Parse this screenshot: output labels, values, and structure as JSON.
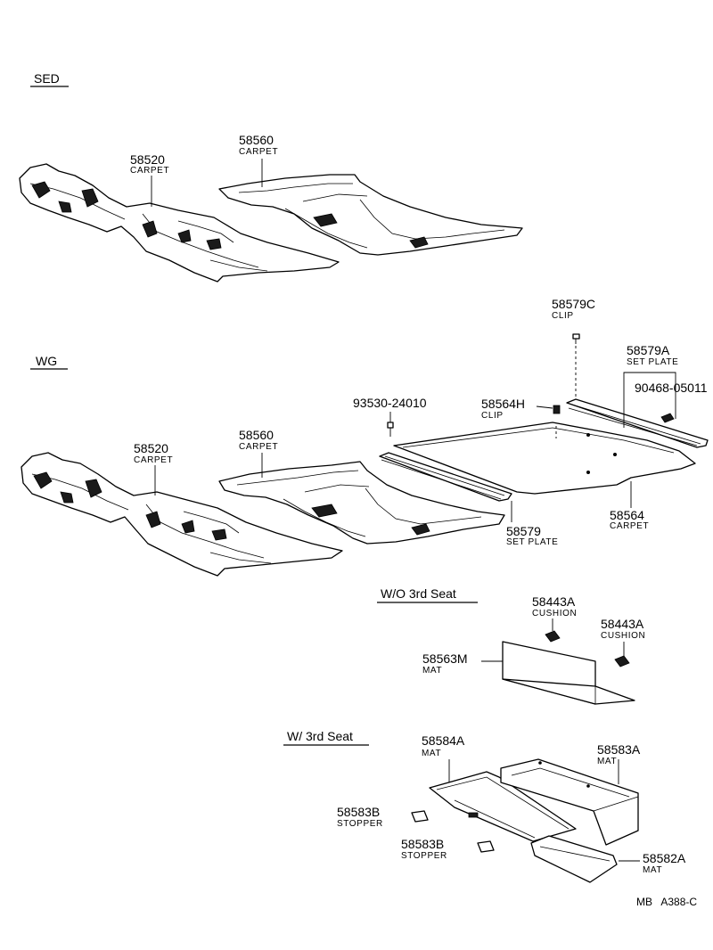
{
  "sections": {
    "sed": "SED",
    "wg": "WG",
    "wo_3rd_seat": "W/O 3rd Seat",
    "w_3rd_seat": "W/ 3rd Seat"
  },
  "sed": {
    "carpet_front": {
      "number": "58520",
      "name": "CARPET"
    },
    "carpet_rear": {
      "number": "58560",
      "name": "CARPET"
    }
  },
  "wg": {
    "carpet_front": {
      "number": "58520",
      "name": "CARPET"
    },
    "carpet_rear": {
      "number": "58560",
      "name": "CARPET"
    },
    "clip_c": {
      "number": "58579C",
      "name": "CLIP"
    },
    "set_plate_a": {
      "number": "58579A",
      "name": "SET PLATE"
    },
    "screw": {
      "number": "90468-05011"
    },
    "bolt": {
      "number": "93530-24010"
    },
    "clip_h": {
      "number": "58564H",
      "name": "CLIP"
    },
    "set_plate": {
      "number": "58579",
      "name": "SET PLATE"
    },
    "carpet_cargo": {
      "number": "58564",
      "name": "CARPET"
    }
  },
  "wo_3rd": {
    "cushion_1": {
      "number": "58443A",
      "name": "CUSHION"
    },
    "cushion_2": {
      "number": "58443A",
      "name": "CUSHION"
    },
    "mat": {
      "number": "58563M",
      "name": "MAT"
    }
  },
  "w_3rd": {
    "mat_584a": {
      "number": "58584A",
      "name": "MAT"
    },
    "mat_583a": {
      "number": "58583A",
      "name": "MAT"
    },
    "stopper_1": {
      "number": "58583B",
      "name": "STOPPER"
    },
    "stopper_2": {
      "number": "58583B",
      "name": "STOPPER"
    },
    "mat_582a": {
      "number": "58582A",
      "name": "MAT"
    }
  },
  "footer": {
    "code": "MB   A388-C"
  }
}
